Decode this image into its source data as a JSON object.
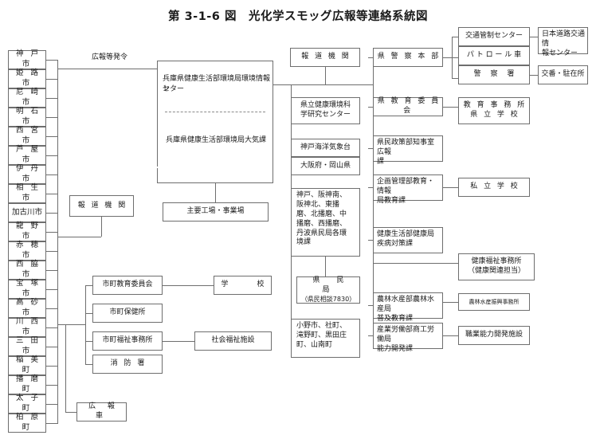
{
  "title": "第 3-1-6 図　光化学スモッグ広報等連絡系統図",
  "labels": {
    "koho_hatsurei": "広報等発令"
  },
  "municipalities": [
    {
      "name": "神 戸 市"
    },
    {
      "name": "姫 路 市"
    },
    {
      "name": "尼 崎 市"
    },
    {
      "name": "明 石 市"
    },
    {
      "name": "西 宮 市"
    },
    {
      "name": "芦 屋 市"
    },
    {
      "name": "伊 丹 市"
    },
    {
      "name": "相 生 市"
    },
    {
      "name": "加古川市"
    },
    {
      "name": "龍 野 市"
    },
    {
      "name": "赤 穂 市"
    },
    {
      "name": "西 脇 市"
    },
    {
      "name": "宝 塚 市"
    },
    {
      "name": "高 砂 市"
    },
    {
      "name": "川 西 市"
    },
    {
      "name": "三 田 市"
    },
    {
      "name": "稲 美 町"
    },
    {
      "name": "播 磨 町"
    },
    {
      "name": "太 子 町"
    },
    {
      "name": "柏 原 町"
    }
  ],
  "center": {
    "main_top": "兵庫県健康生活部環境局環境情報セ\nンター",
    "main_top_line1": "兵庫県健康生活部環境局環境情報セ",
    "main_top_line2": "ンター",
    "main_bottom": "兵庫県健康生活部環境局大気課",
    "factories": "主要工場・事業場"
  },
  "media": {
    "press_top": "報 道 機 関",
    "press_left": "報 道 機 関"
  },
  "col3": [
    {
      "name": "県立健康環境科\n学研究センター",
      "line1": "県立健康環境科",
      "line2": "学研究センター"
    },
    {
      "name": "神戸海洋気象台"
    },
    {
      "name": "大阪府・岡山県"
    },
    {
      "name": "神戸、阪神南、阪神北、東播磨、北播磨、中播磨、西播磨、丹波県民局各環境課",
      "lines": [
        "神戸、阪神南、",
        "阪神北、東播",
        "磨、北播磨、中",
        "播磨、西播磨、",
        "丹波県民局各環",
        "境課"
      ]
    },
    {
      "name": "県　民　局\n（県民相談7830）",
      "line1": "県　民　局",
      "line2": "（県民相談7830）"
    },
    {
      "name": "小野市、社町、滝野町、黒田庄町、山南町",
      "lines": [
        "小野市、社町、",
        "滝野町、黒田庄",
        "町、山南町"
      ]
    }
  ],
  "col4": [
    {
      "name": "県 警 察 本 部"
    },
    {
      "name": "県 教 育 委 員 会"
    },
    {
      "name": "県民政策部知事室広報課",
      "lines": [
        "県民政策部知事室広報",
        "課"
      ]
    },
    {
      "name": "企画管理部教育・情報局教育課",
      "lines": [
        "企画管理部教育・情報",
        "局教育課"
      ]
    },
    {
      "name": "健康生活部健康局疾病対策課",
      "lines": [
        "健康生活部健康局",
        "疾病対策課"
      ]
    },
    {
      "name": "農林水産部農林水産局普及教育課",
      "lines": [
        "農林水産部農林水産局",
        "普及教育課"
      ]
    },
    {
      "name": "産業労働部商工労働局能力開発課",
      "lines": [
        "産業労働部商工労働局",
        "能力開発課"
      ]
    }
  ],
  "col5": [
    {
      "name": "交通管制センター"
    },
    {
      "name": "パ ト ロ ー ル 車"
    },
    {
      "name": "警　 察　 署"
    },
    {
      "name": "教 育 事 務 所\n県 立 学 校",
      "line1": "教 育 事 務 所",
      "line2": "県 立 学 校"
    },
    {
      "name": "私 立 学 校"
    },
    {
      "name": "健康福祉事務所\n（健康関連担当）",
      "line1": "健康福祉事務所",
      "line2": "（健康関連担当）"
    },
    {
      "name": "農林水産振興事務所"
    },
    {
      "name": "職業能力開発施設"
    }
  ],
  "col6": [
    {
      "name": "日本道路交通情報センター",
      "line1": "日本道路交通情",
      "line2": "報センター"
    },
    {
      "name": "交番・駐在所"
    }
  ],
  "municipal_orgs": [
    {
      "name": "市町教育委員会"
    },
    {
      "name": "市町保健所"
    },
    {
      "name": "市町福祉事務所"
    },
    {
      "name": "消 防 署"
    }
  ],
  "municipal_targets": [
    {
      "name": "学　　校"
    },
    {
      "name": "社会福祉施設"
    }
  ],
  "koho_car": "広 報 車",
  "colors": {
    "line": "#6e6e6e",
    "text": "#1a1a1a",
    "background": "#ffffff"
  }
}
